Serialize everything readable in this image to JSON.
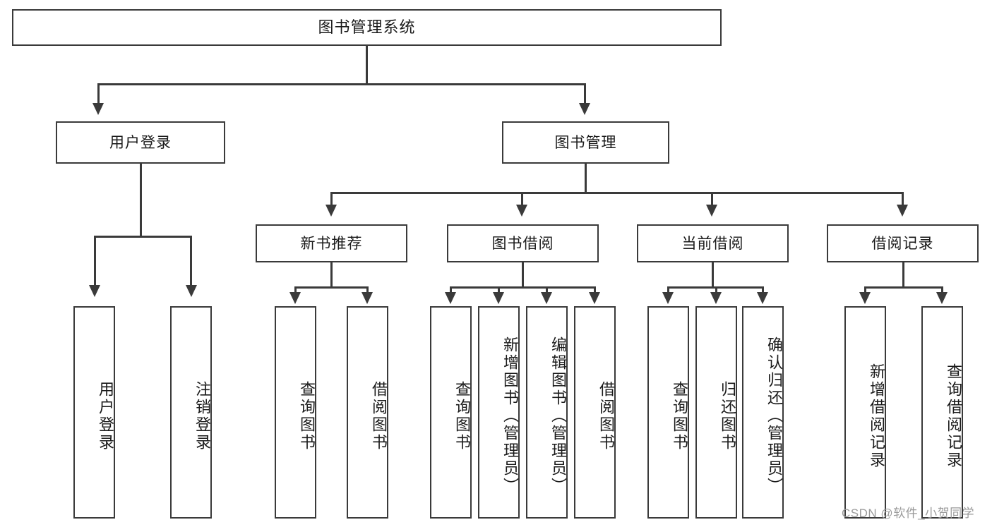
{
  "diagram": {
    "type": "tree",
    "title": "图书管理系统",
    "background_color": "#ffffff",
    "line_color": "#3a3a3a",
    "text_color": "#1a1a1a"
  },
  "root": {
    "label": "图书管理系统"
  },
  "level1": [
    {
      "label": "用户登录"
    },
    {
      "label": "图书管理"
    }
  ],
  "level2": [
    {
      "label": "新书推荐"
    },
    {
      "label": "图书借阅"
    },
    {
      "label": "当前借阅"
    },
    {
      "label": "借阅记录"
    }
  ],
  "leaves": {
    "user_login": [
      {
        "label": "用户登录"
      },
      {
        "label": "注销登录"
      }
    ],
    "new_book": [
      {
        "label": "查询图书"
      },
      {
        "label": "借阅图书"
      }
    ],
    "book_borrow": [
      {
        "label": "查询图书"
      },
      {
        "label": "新增图书（管理员）"
      },
      {
        "label": "编辑图书（管理员）"
      },
      {
        "label": "借阅图书"
      }
    ],
    "current_borrow": [
      {
        "label": "查询图书"
      },
      {
        "label": "归还图书"
      },
      {
        "label": "确认归还（管理员）"
      }
    ],
    "borrow_record": [
      {
        "label": "新增借阅记录"
      },
      {
        "label": "查询借阅记录"
      }
    ]
  },
  "watermark": {
    "text": "CSDN @软件_小贺同学"
  }
}
